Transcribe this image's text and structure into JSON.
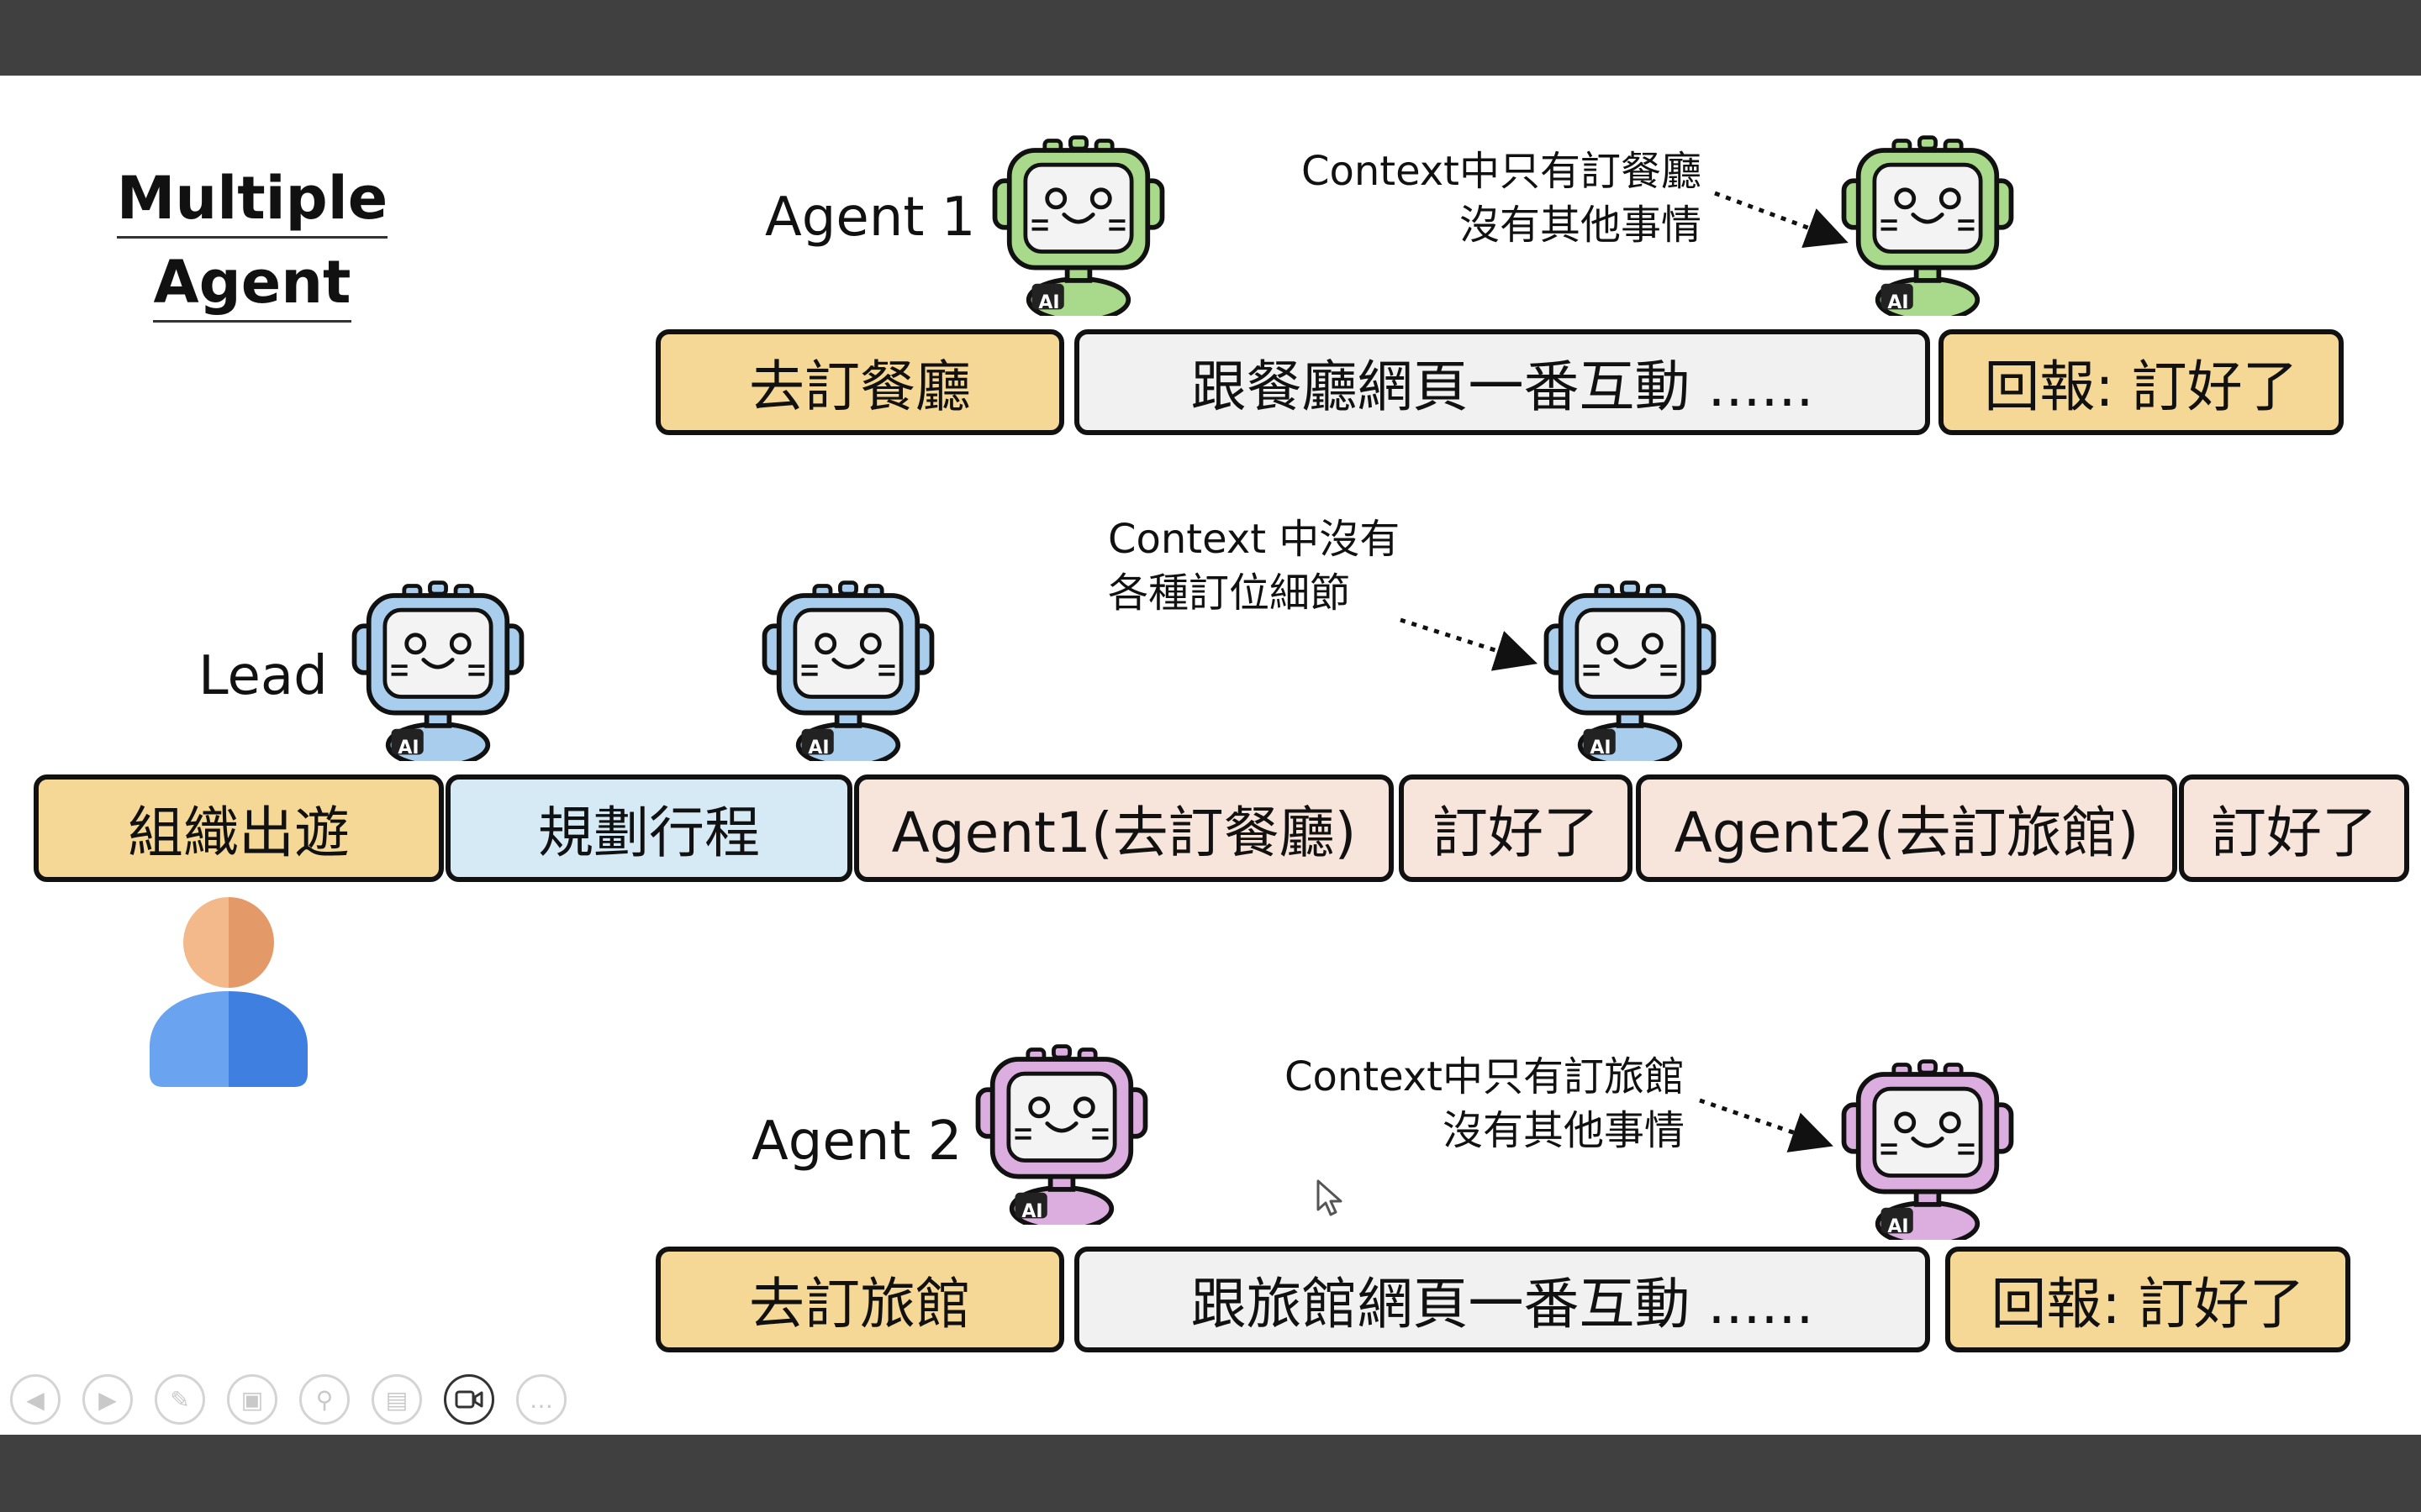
{
  "title": {
    "line1": "Multiple",
    "line2": "Agent"
  },
  "labels": {
    "agent1": "Agent 1",
    "lead": "Lead",
    "agent2": "Agent 2"
  },
  "notes": {
    "agent1_line1": "Context中只有訂餐廳",
    "agent1_line2": "沒有其他事情",
    "lead_line1": "Context 中沒有",
    "lead_line2": "各種訂位細節",
    "agent2_line1": "Context中只有訂旅館",
    "agent2_line2": "沒有其他事情"
  },
  "agent1_row": [
    "去訂餐廳",
    "跟餐廳網頁一番互動 ......",
    "回報: 訂好了"
  ],
  "lead_row": [
    "組織出遊",
    "規劃行程",
    "Agent1(去訂餐廳)",
    "訂好了",
    "Agent2(去訂旅館)",
    "訂好了"
  ],
  "agent2_row": [
    "去訂旅館",
    "跟旅館網頁一番互動 ......",
    "回報: 訂好了"
  ],
  "robot_badge": "AI",
  "colors": {
    "agent1_robot": "#a9d98b",
    "lead_robot": "#a9cdec",
    "agent2_robot": "#dcaee0",
    "task_yellow": "#f5d796",
    "interaction_gray": "#f1f1f1",
    "plan_blue": "#d6eaf6",
    "delegate_pink": "#f7e4da",
    "frame_dark": "#404040"
  },
  "toolbar_icons": [
    "prev-icon",
    "next-icon",
    "pen-icon",
    "slides-icon",
    "zoom-icon",
    "subtitle-icon",
    "camera-icon",
    "more-icon"
  ]
}
